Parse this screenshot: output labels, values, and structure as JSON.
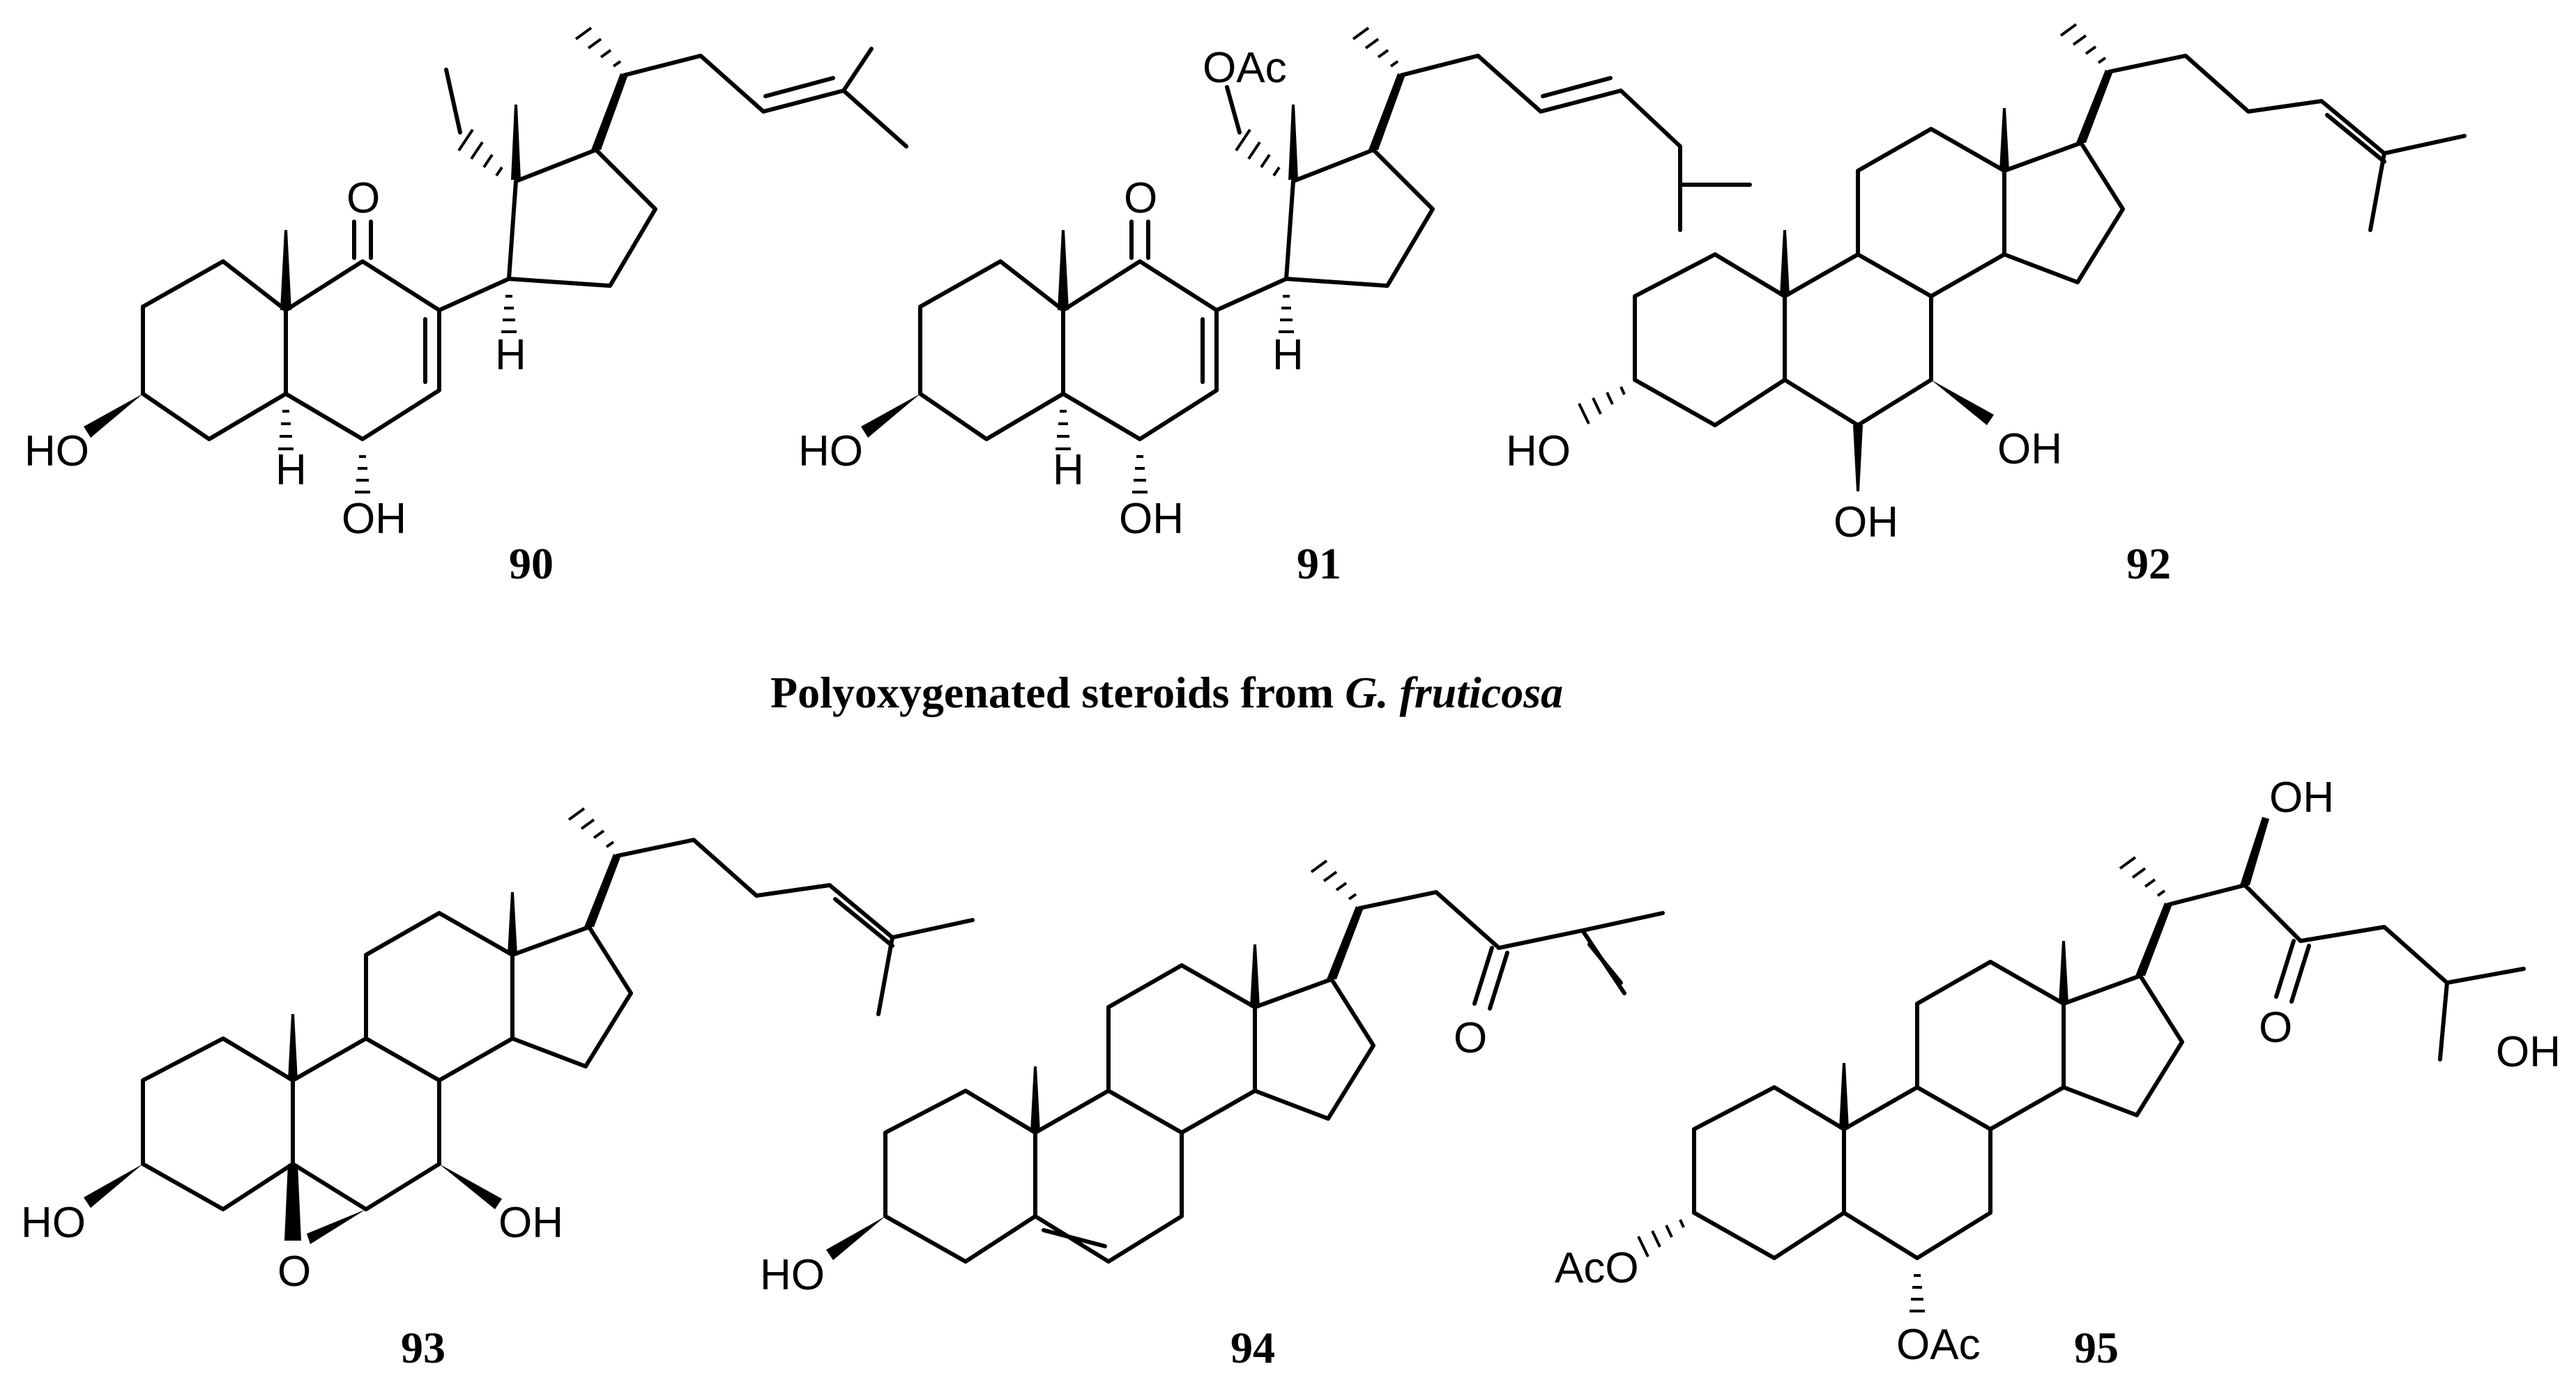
{
  "caption": {
    "prefix": "Polyoxygenated steroids from ",
    "species": "G. fruticosa"
  },
  "compounds": [
    {
      "number": "90",
      "labels": [
        "O",
        "H",
        "HO",
        "H",
        "OH"
      ]
    },
    {
      "number": "91",
      "labels": [
        "OAc",
        "O",
        "H",
        "HO",
        "H",
        "OH"
      ]
    },
    {
      "number": "92",
      "labels": [
        "HO",
        "OH",
        "OH"
      ]
    },
    {
      "number": "93",
      "labels": [
        "HO",
        "O",
        "OH"
      ]
    },
    {
      "number": "94",
      "labels": [
        "O",
        "HO"
      ]
    },
    {
      "number": "95",
      "labels": [
        "OH",
        "O",
        "OH",
        "AcO",
        "OAc"
      ]
    }
  ],
  "colors": {
    "ink": "#000000",
    "background": "#ffffff"
  }
}
